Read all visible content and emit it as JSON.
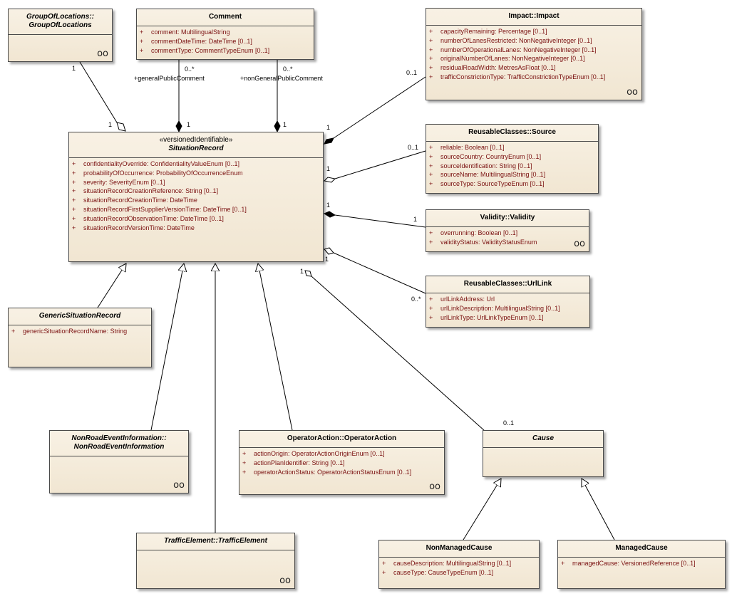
{
  "classes": {
    "groupOfLocations": {
      "name": "GroupOfLocations::\nGroupOfLocations"
    },
    "comment": {
      "name": "Comment",
      "attributes": [
        "comment:  MultilingualString",
        "commentDateTime:  DateTime [0..1]",
        "commentType:  CommentTypeEnum [0..1]"
      ]
    },
    "impact": {
      "name": "Impact::Impact",
      "attributes": [
        "capacityRemaining:  Percentage [0..1]",
        "numberOfLanesRestricted:  NonNegativeInteger [0..1]",
        "numberOfOperationalLanes:  NonNegativeInteger [0..1]",
        "originalNumberOfLanes:  NonNegativeInteger [0..1]",
        "residualRoadWidth:  MetresAsFloat [0..1]",
        "trafficConstrictionType:  TrafficConstrictionTypeEnum [0..1]"
      ]
    },
    "source": {
      "name": "ReusableClasses::Source",
      "attributes": [
        "reliable:  Boolean [0..1]",
        "sourceCountry:  CountryEnum [0..1]",
        "sourceIdentification:  String [0..1]",
        "sourceName:  MultilingualString [0..1]",
        "sourceType:  SourceTypeEnum [0..1]"
      ]
    },
    "situationRecord": {
      "stereotype": "«versionedIdentifiable»",
      "name": "SituationRecord",
      "attributes": [
        "confidentialityOverride:  ConfidentialityValueEnum [0..1]",
        "probabilityOfOccurrence:  ProbabilityOfOccurrenceEnum",
        "severity:  SeverityEnum [0..1]",
        "situationRecordCreationReference:  String [0..1]",
        "situationRecordCreationTime:  DateTime",
        "situationRecordFirstSupplierVersionTime:  DateTime [0..1]",
        "situationRecordObservationTime:  DateTime [0..1]",
        "situationRecordVersionTime:  DateTime"
      ]
    },
    "validity": {
      "name": "Validity::Validity",
      "attributes": [
        "overrunning:  Boolean [0..1]",
        "validityStatus:  ValidityStatusEnum"
      ]
    },
    "urlLink": {
      "name": "ReusableClasses::UrlLink",
      "attributes": [
        "urlLinkAddress:  Url",
        "urlLinkDescription:  MultilingualString [0..1]",
        "urlLinkType:  UrlLinkTypeEnum [0..1]"
      ]
    },
    "genericSituationRecord": {
      "name": "GenericSituationRecord",
      "attributes": [
        "genericSituationRecordName:  String"
      ]
    },
    "nonRoadEventInformation": {
      "name": "NonRoadEventInformation::\nNonRoadEventInformation"
    },
    "operatorAction": {
      "name": "OperatorAction::OperatorAction",
      "attributes": [
        "actionOrigin:  OperatorActionOriginEnum [0..1]",
        "actionPlanIdentifier:  String [0..1]",
        "operatorActionStatus:  OperatorActionStatusEnum [0..1]"
      ]
    },
    "cause": {
      "name": "Cause"
    },
    "trafficElement": {
      "name": "TrafficElement::TrafficElement"
    },
    "nonManagedCause": {
      "name": "NonManagedCause",
      "attributes": [
        "causeDescription:  MultilingualString [0..1]",
        "causeType:  CauseTypeEnum [0..1]"
      ]
    },
    "managedCause": {
      "name": "ManagedCause",
      "attributes": [
        "managedCause:  VersionedReference [0..1]"
      ]
    }
  },
  "attribute_prefix": "+",
  "link_icon": "oo",
  "multiplicities": {
    "group_end": "1",
    "group_sr_end": "1",
    "comment_general_end": "0..*",
    "comment_general_role": "+generalPublicComment",
    "comment_general_sr_end": "1",
    "comment_nongeneral_end": "0..*",
    "comment_nongeneral_role": "+nonGeneralPublicComment",
    "comment_nongeneral_sr_end": "1",
    "impact_end": "0..1",
    "impact_sr_end": "1",
    "source_end": "0..1",
    "source_sr_end": "1",
    "validity_end": "1",
    "validity_sr_end": "1",
    "urllink_end": "0..*",
    "urllink_sr_end": "1",
    "cause_sr_end": "1",
    "cause_end": "0..1"
  }
}
